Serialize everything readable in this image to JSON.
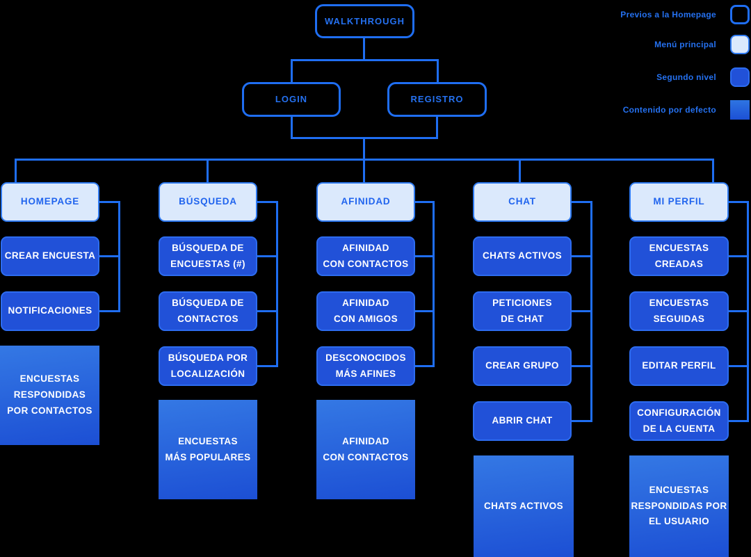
{
  "legend": {
    "items": [
      {
        "label": "Previos a la Homepage",
        "style": "outline"
      },
      {
        "label": "Menú principal",
        "style": "light"
      },
      {
        "label": "Segundo nivel",
        "style": "solid"
      },
      {
        "label": "Contenido por defecto",
        "style": "gradient"
      }
    ]
  },
  "diagram": {
    "root": "WALKTHROUGH",
    "pre_home": [
      "LOGIN",
      "REGISTRO"
    ],
    "columns": [
      {
        "header": "HOMEPAGE",
        "items": [
          "CREAR ENCUESTA",
          "NOTIFICACIONES"
        ],
        "default_content": "ENCUESTAS\nRESPONDIDAS\nPOR CONTACTOS"
      },
      {
        "header": "BÚSQUEDA",
        "items": [
          "BÚSQUEDA DE\nENCUESTAS (#)",
          "BÚSQUEDA DE\nCONTACTOS",
          "BÚSQUEDA POR\nLOCALIZACIÓN"
        ],
        "default_content": "ENCUESTAS\nMÁS POPULARES"
      },
      {
        "header": "AFINIDAD",
        "items": [
          "AFINIDAD\nCON CONTACTOS",
          "AFINIDAD\nCON AMIGOS",
          "DESCONOCIDOS\nMÁS AFINES"
        ],
        "default_content": "AFINIDAD\nCON CONTACTOS"
      },
      {
        "header": "CHAT",
        "items": [
          "CHATS ACTIVOS",
          "PETICIONES\nDE CHAT",
          "CREAR GRUPO",
          "ABRIR CHAT"
        ],
        "default_content": "CHATS ACTIVOS"
      },
      {
        "header": "MI PERFIL",
        "items": [
          "ENCUESTAS\nCREADAS",
          "ENCUESTAS\nSEGUIDAS",
          "EDITAR PERFIL",
          "CONFIGURACIÓN\nDE LA CUENTA"
        ],
        "default_content": "ENCUESTAS\nRESPONDIDAS POR\nEL USUARIO"
      }
    ]
  },
  "colors": {
    "background": "#000000",
    "connector_line": "#1f6ef2",
    "outline_border": "#1f6ef2",
    "light_fill": "#dbe9fc",
    "solid_fill": "#2151d8",
    "solid_border": "#2d6cf0",
    "gradient_top": "#3478e4",
    "gradient_bottom": "#1c4fd4",
    "text_blue": "#2571f0",
    "text_white": "#ffffff"
  }
}
